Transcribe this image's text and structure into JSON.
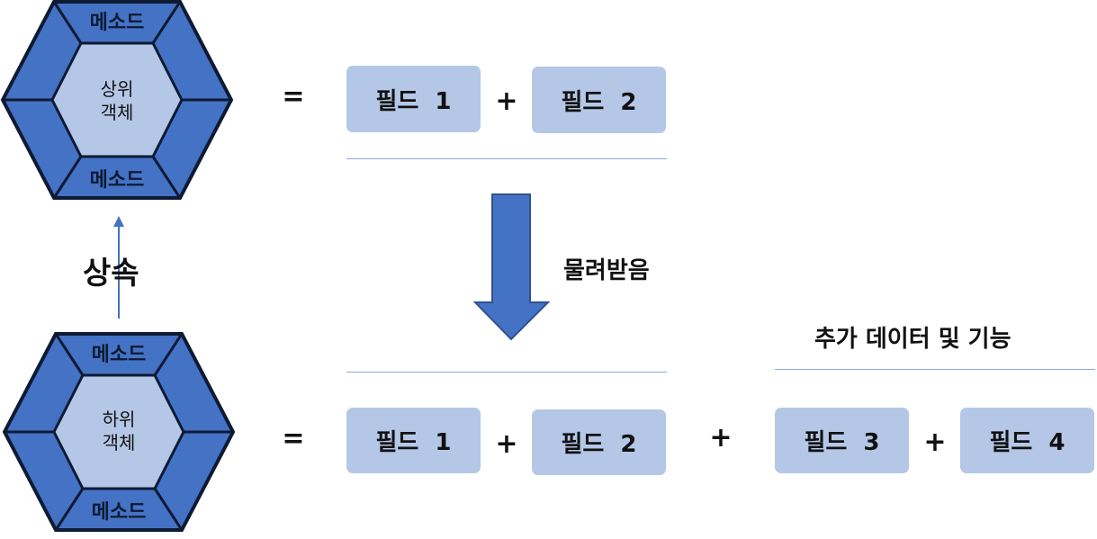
{
  "top_object": {
    "method_top": "메소드",
    "method_bottom": "메소드",
    "name_line1": "상위",
    "name_line2": "객체"
  },
  "bottom_object": {
    "method_top": "메소드",
    "method_bottom": "메소드",
    "name_line1": "하위",
    "name_line2": "객체"
  },
  "inherit_label": "상속",
  "inherited_label": "물려받음",
  "extra_label": "추가 데이터 및 기능",
  "symbols": {
    "equals": "=",
    "plus": "+"
  },
  "top_fields": [
    "필드  1",
    "필드  2"
  ],
  "bottom_fields": [
    "필드  1",
    "필드  2",
    "필드  3",
    "필드  4"
  ],
  "colors": {
    "outer": "#4472c4",
    "inner": "#b4c7e7",
    "outline": "#0d1a33",
    "box": "#b4c7e7",
    "rule": "#8ea9d0"
  }
}
